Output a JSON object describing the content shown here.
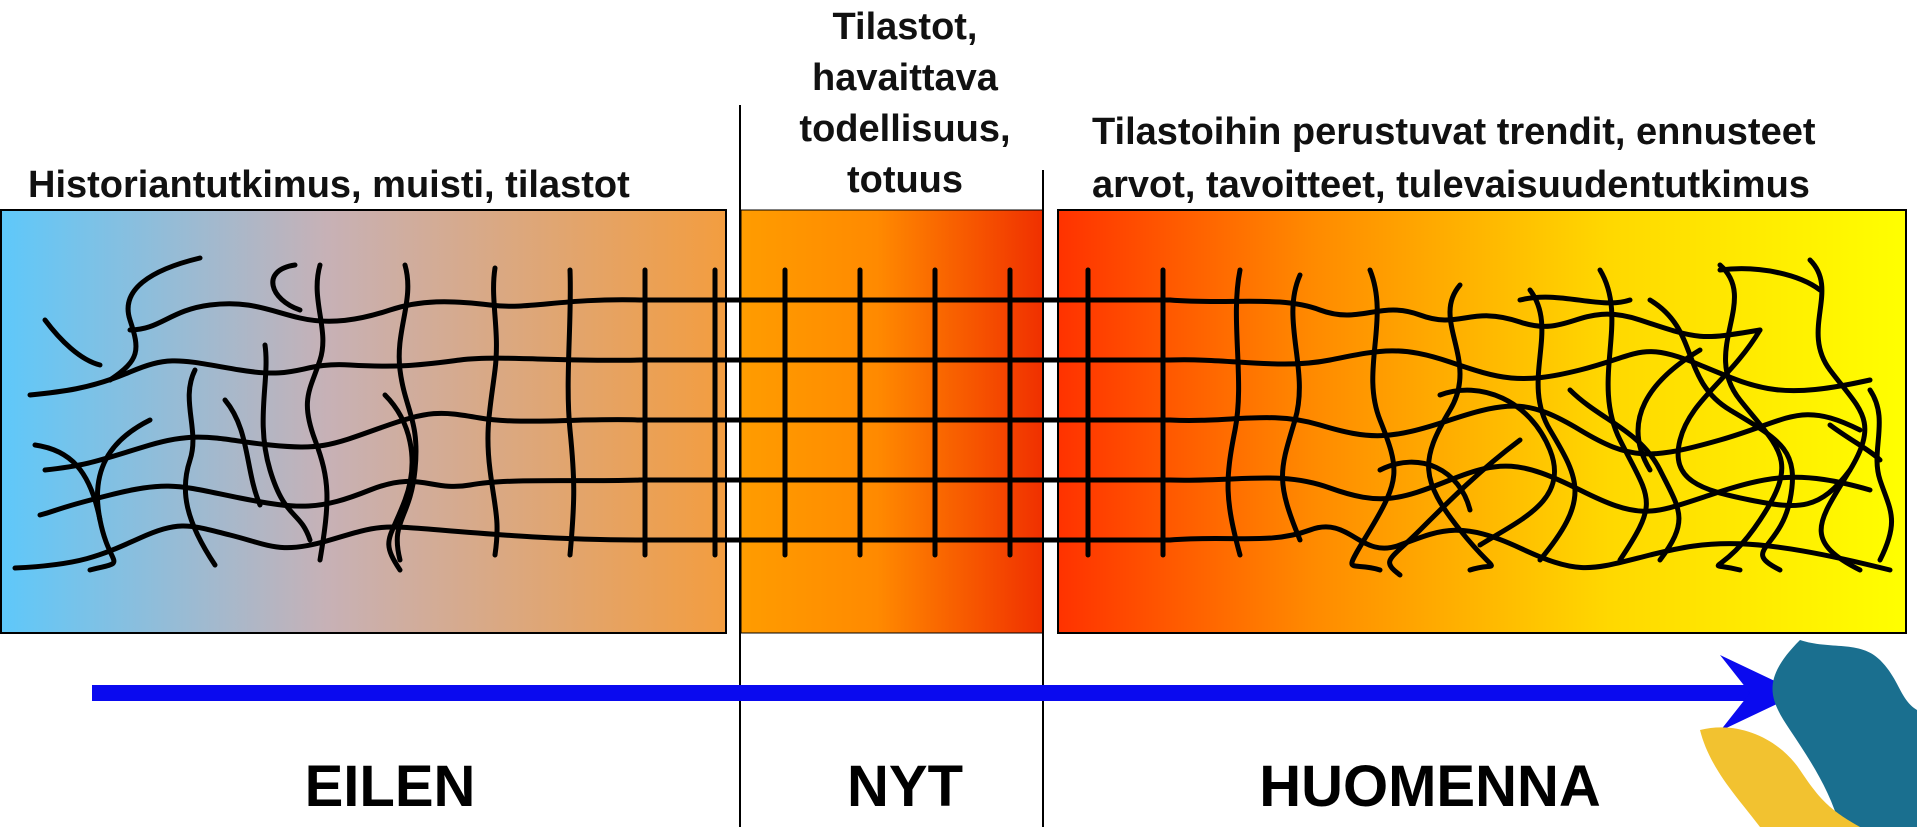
{
  "headers": {
    "past": "Historiantutkimus, muisti, tilastot",
    "present_lines": [
      "Tilastot,",
      "havaittava",
      "todellisuus,",
      "totuus"
    ],
    "future_lines": [
      "Tilastoihin perustuvat trendit, ennusteet",
      "arvot, tavoitteet, tulevaisuudentutkimus"
    ]
  },
  "periods": {
    "past": "EILEN",
    "present": "NYT",
    "future": "HUOMENNA"
  },
  "colors": {
    "arrow": "#0a0aef",
    "past_gradient": [
      "#5ec8fa",
      "#c7b1b6",
      "#f39d3f"
    ],
    "present_gradient": [
      "#ff9c00",
      "#ff8a00",
      "#f03000"
    ],
    "future_gradient": [
      "#ff3200",
      "#ff8a00",
      "#ffd800",
      "#ffff00"
    ],
    "lines": "#000000"
  }
}
